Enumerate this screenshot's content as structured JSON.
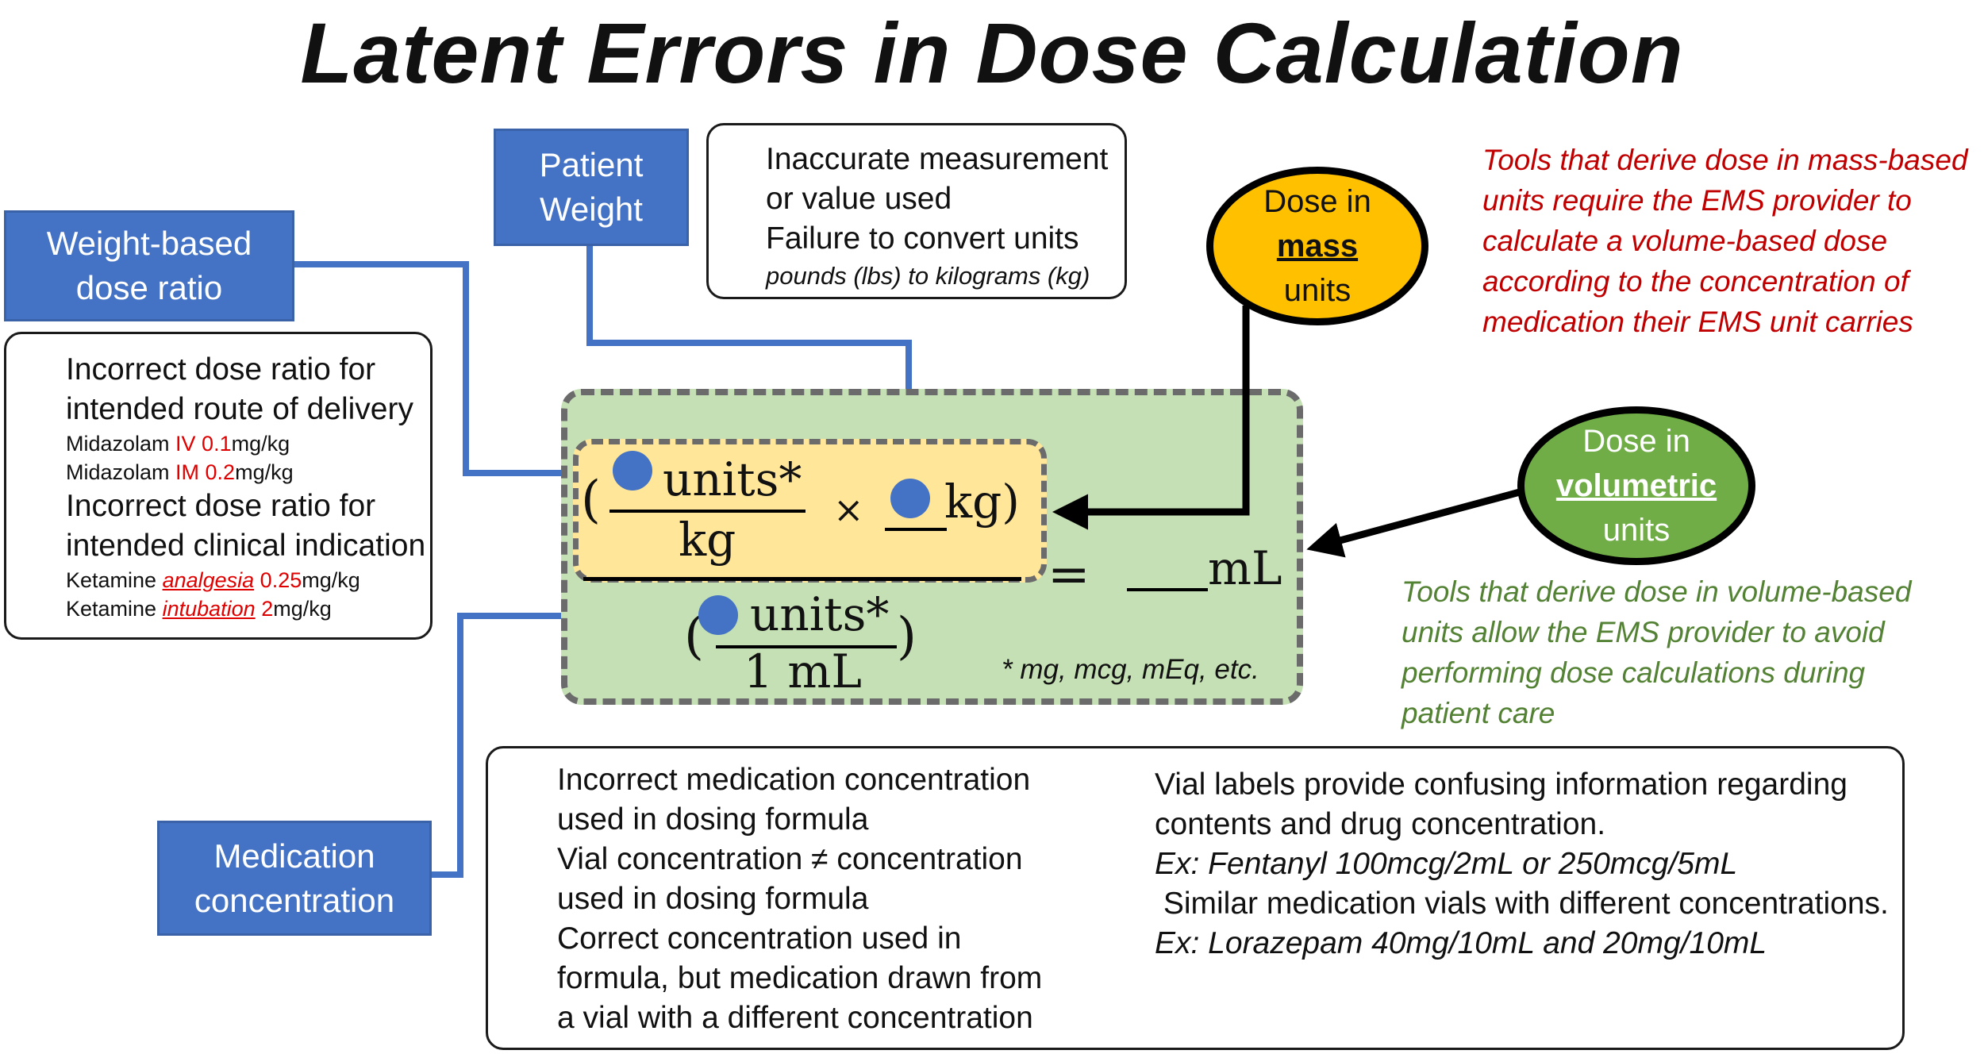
{
  "title": "Latent Errors in Dose Calculation",
  "boxes": {
    "weight_ratio": "Weight-based\ndose ratio",
    "patient_weight": "Patient\nWeight",
    "med_conc": "Medication\nconcentration"
  },
  "weight_note": {
    "line1": "Inaccurate measurement",
    "line2": "or value used",
    "line3": "Failure to convert units",
    "line4": "pounds (lbs) to kilograms (kg)"
  },
  "ratio_note": {
    "h1a": "Incorrect dose ratio for",
    "h1b": "intended route of delivery",
    "m1_drug": "Midazolam ",
    "m1_route": "IV 0.1",
    "m1_unit": "mg/kg",
    "m2_drug": "Midazolam ",
    "m2_route": "IM 0.2",
    "m2_unit": "mg/kg",
    "h2a": "Incorrect dose ratio for",
    "h2b": "intended clinical indication",
    "k1_drug": "Ketamine ",
    "k1_ind": "analgesia",
    "k1_val": " 0.25",
    "k1_unit": "mg/kg",
    "k2_drug": "Ketamine ",
    "k2_ind": "intubation",
    "k2_val": " 2",
    "k2_unit": "mg/kg"
  },
  "ellipses": {
    "mass": {
      "top": "Dose in",
      "key": "mass",
      "bottom": "units",
      "fill": "#ffc000"
    },
    "volumetric": {
      "top": "Dose in",
      "key": "volumetric",
      "bottom": "units",
      "fill": "#70ad47"
    }
  },
  "formula": {
    "num_units": "units*",
    "num_den": "kg",
    "times": "×",
    "weight_unit": "kg)",
    "open_paren": "(",
    "close_paren": "(",
    "equals": "=",
    "result_unit": "mL",
    "conc_units": "units*",
    "conc_den": "1 mL",
    "footnote": "* mg, mcg, mEq, etc."
  },
  "mass_text": [
    "Tools that derive dose in mass-based",
    "units require the EMS provider to",
    "calculate a volume-based dose",
    "according to the concentration of",
    "medication their EMS unit carries"
  ],
  "volume_text": [
    "Tools that derive dose in volume-based",
    "units allow the EMS provider to avoid",
    "performing dose calculations during",
    "patient care"
  ],
  "conc_note_left": [
    "Incorrect medication concentration",
    "used in dosing formula",
    "Vial concentration ≠ concentration",
    "used in dosing formula",
    "Correct concentration used in",
    "formula, but medication drawn from",
    "a vial with a different concentration"
  ],
  "conc_note_right": {
    "l1": "Vial labels provide confusing information regarding",
    "l2": "contents and drug concentration.",
    "l3": "Ex: Fentanyl 100mcg/2mL or 250mcg/5mL",
    "l4": " Similar medication vials with different concentrations.",
    "l5": "Ex: Lorazepam 40mg/10mL and 20mg/10mL"
  },
  "colors": {
    "blue": "#4472c4",
    "green_panel": "#c5e0b4",
    "yellow_panel": "#ffe699",
    "red_text": "#c00000",
    "green_text": "#548235",
    "accent_red": "#e00000"
  }
}
